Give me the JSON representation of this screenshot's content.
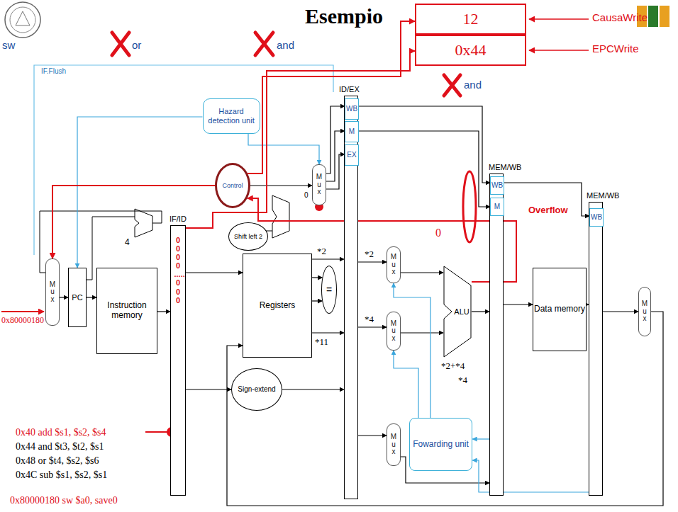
{
  "diagram": {
    "title": "Esempio",
    "nodes": [
      {
        "text": [
          "12"
        ]
      },
      {
        "text": [
          "0x44"
        ]
      },
      {
        "text": [
          "Hazard detection unit"
        ]
      },
      {
        "text": [
          "Control"
        ]
      },
      {
        "text": [
          "M u x"
        ]
      },
      {
        "text": [
          "ID/EX"
        ]
      },
      {
        "text": [
          "WB"
        ],
        "in": 5
      },
      {
        "text": [
          "M"
        ],
        "in": 5
      },
      {
        "text": [
          "EX"
        ],
        "in": 5
      },
      {
        "text": [
          "MEM/WB"
        ]
      },
      {
        "text": [
          "WB"
        ],
        "in": 9
      },
      {
        "text": [
          "M"
        ],
        "in": 9
      },
      {
        "text": [
          "MEM/WB"
        ]
      },
      {
        "text": [
          "WB"
        ],
        "in": 12
      },
      {
        "text": [
          "IF/ID",
          "0000 ..... 000"
        ]
      },
      {
        "text": [
          "M u x"
        ]
      },
      {
        "text": [
          "PC"
        ]
      },
      {
        "text": [
          "Instruction memory"
        ]
      },
      {
        "text": [
          "Shift left 2"
        ]
      },
      {
        "text": [
          "Registers"
        ]
      },
      {
        "text": [
          "="
        ]
      },
      {
        "text": [
          "Sign-extend"
        ]
      },
      {
        "text": [
          "M u x"
        ]
      },
      {
        "text": [
          "M u x"
        ]
      },
      {
        "text": [
          "M u x"
        ]
      },
      {
        "text": [
          "ALU"
        ]
      },
      {
        "text": [
          "Data memory"
        ]
      },
      {
        "text": [
          "Fowarding unit"
        ]
      },
      {
        "text": [
          "M u x"
        ]
      }
    ],
    "edges": [
      {
        "from": 15,
        "to": 16,
        "arrow": "to"
      },
      {
        "from": 16,
        "to": 17,
        "arrow": "to"
      },
      {
        "from": 17,
        "to": 14,
        "arrow": "to"
      },
      {
        "from": 14,
        "to": 19,
        "arrow": "to"
      },
      {
        "from": 14,
        "to": 21,
        "arrow": "to"
      },
      {
        "from": 19,
        "to": 5,
        "arrow": "to"
      },
      {
        "from": 19,
        "to": 20,
        "arrow": "to"
      },
      {
        "from": 19,
        "to": 20,
        "arrow": "to"
      },
      {
        "from": 19,
        "to": 5,
        "arrow": "to"
      },
      {
        "from": 21,
        "to": 5,
        "arrow": "to"
      },
      {
        "from": 5,
        "to": 22,
        "arrow": "to"
      },
      {
        "from": 5,
        "to": 23,
        "arrow": "to"
      },
      {
        "from": 5,
        "to": 24,
        "arrow": "to"
      },
      {
        "from": 22,
        "to": 25,
        "arrow": "to"
      },
      {
        "from": 23,
        "to": 25,
        "arrow": "to"
      },
      {
        "from": 25,
        "to": 9,
        "arrow": "to"
      },
      {
        "from": 9,
        "to": 26,
        "arrow": "to"
      },
      {
        "from": 26,
        "to": 12,
        "arrow": "to"
      },
      {
        "from": 12,
        "to": 28,
        "arrow": "to"
      },
      {
        "from": 24,
        "to": 9,
        "arrow": "to"
      },
      {
        "from": 27,
        "to": 23,
        "arrow": "to"
      },
      {
        "from": 27,
        "to": 22,
        "arrow": "to"
      },
      {
        "from": 9,
        "to": 27,
        "arrow": "to"
      },
      {
        "from": 12,
        "to": 27,
        "arrow": "to"
      },
      {
        "from": 28,
        "to": 19,
        "arrow": "to"
      },
      {
        "from": 3,
        "to": 4,
        "arrow": "to"
      },
      {
        "from": 4,
        "to": 6,
        "arrow": "to"
      },
      {
        "from": 4,
        "to": 7,
        "arrow": "to"
      },
      {
        "from": 4,
        "to": 8,
        "arrow": "to"
      },
      {
        "from": 6,
        "to": 10,
        "arrow": "to"
      },
      {
        "from": 7,
        "to": 11,
        "arrow": "to"
      },
      {
        "from": 10,
        "to": 13,
        "arrow": "to"
      },
      {
        "from": 2,
        "to": 4,
        "arrow": "to"
      },
      {
        "from": 2,
        "to": 16,
        "arrow": "to"
      },
      {
        "from": 3,
        "to": 15,
        "arrow": "to"
      },
      {
        "from": 3,
        "to": 0,
        "arrow": "to"
      },
      {
        "from": 14,
        "to": 1,
        "arrow": "to"
      },
      {
        "from": 25,
        "to": 3,
        "arrow": "to"
      }
    ],
    "labels": [
      "CausaWrite",
      "EPCWrite",
      "sw",
      "or",
      "and",
      "IF.Flush",
      "and",
      "0",
      "0",
      "Overflow",
      "4",
      "*2",
      "*2",
      "*4",
      "*11",
      "*2+*4",
      "*4",
      "0x80000180",
      "0x40 add $s1, $s2, $s4",
      "0x44 and $t3, $t2, $s1",
      "0x48 or $t4, $s2, $s6",
      "0x4C sub $s1, $s2, $s1",
      "0x80000180 sw $a0, save0"
    ]
  }
}
